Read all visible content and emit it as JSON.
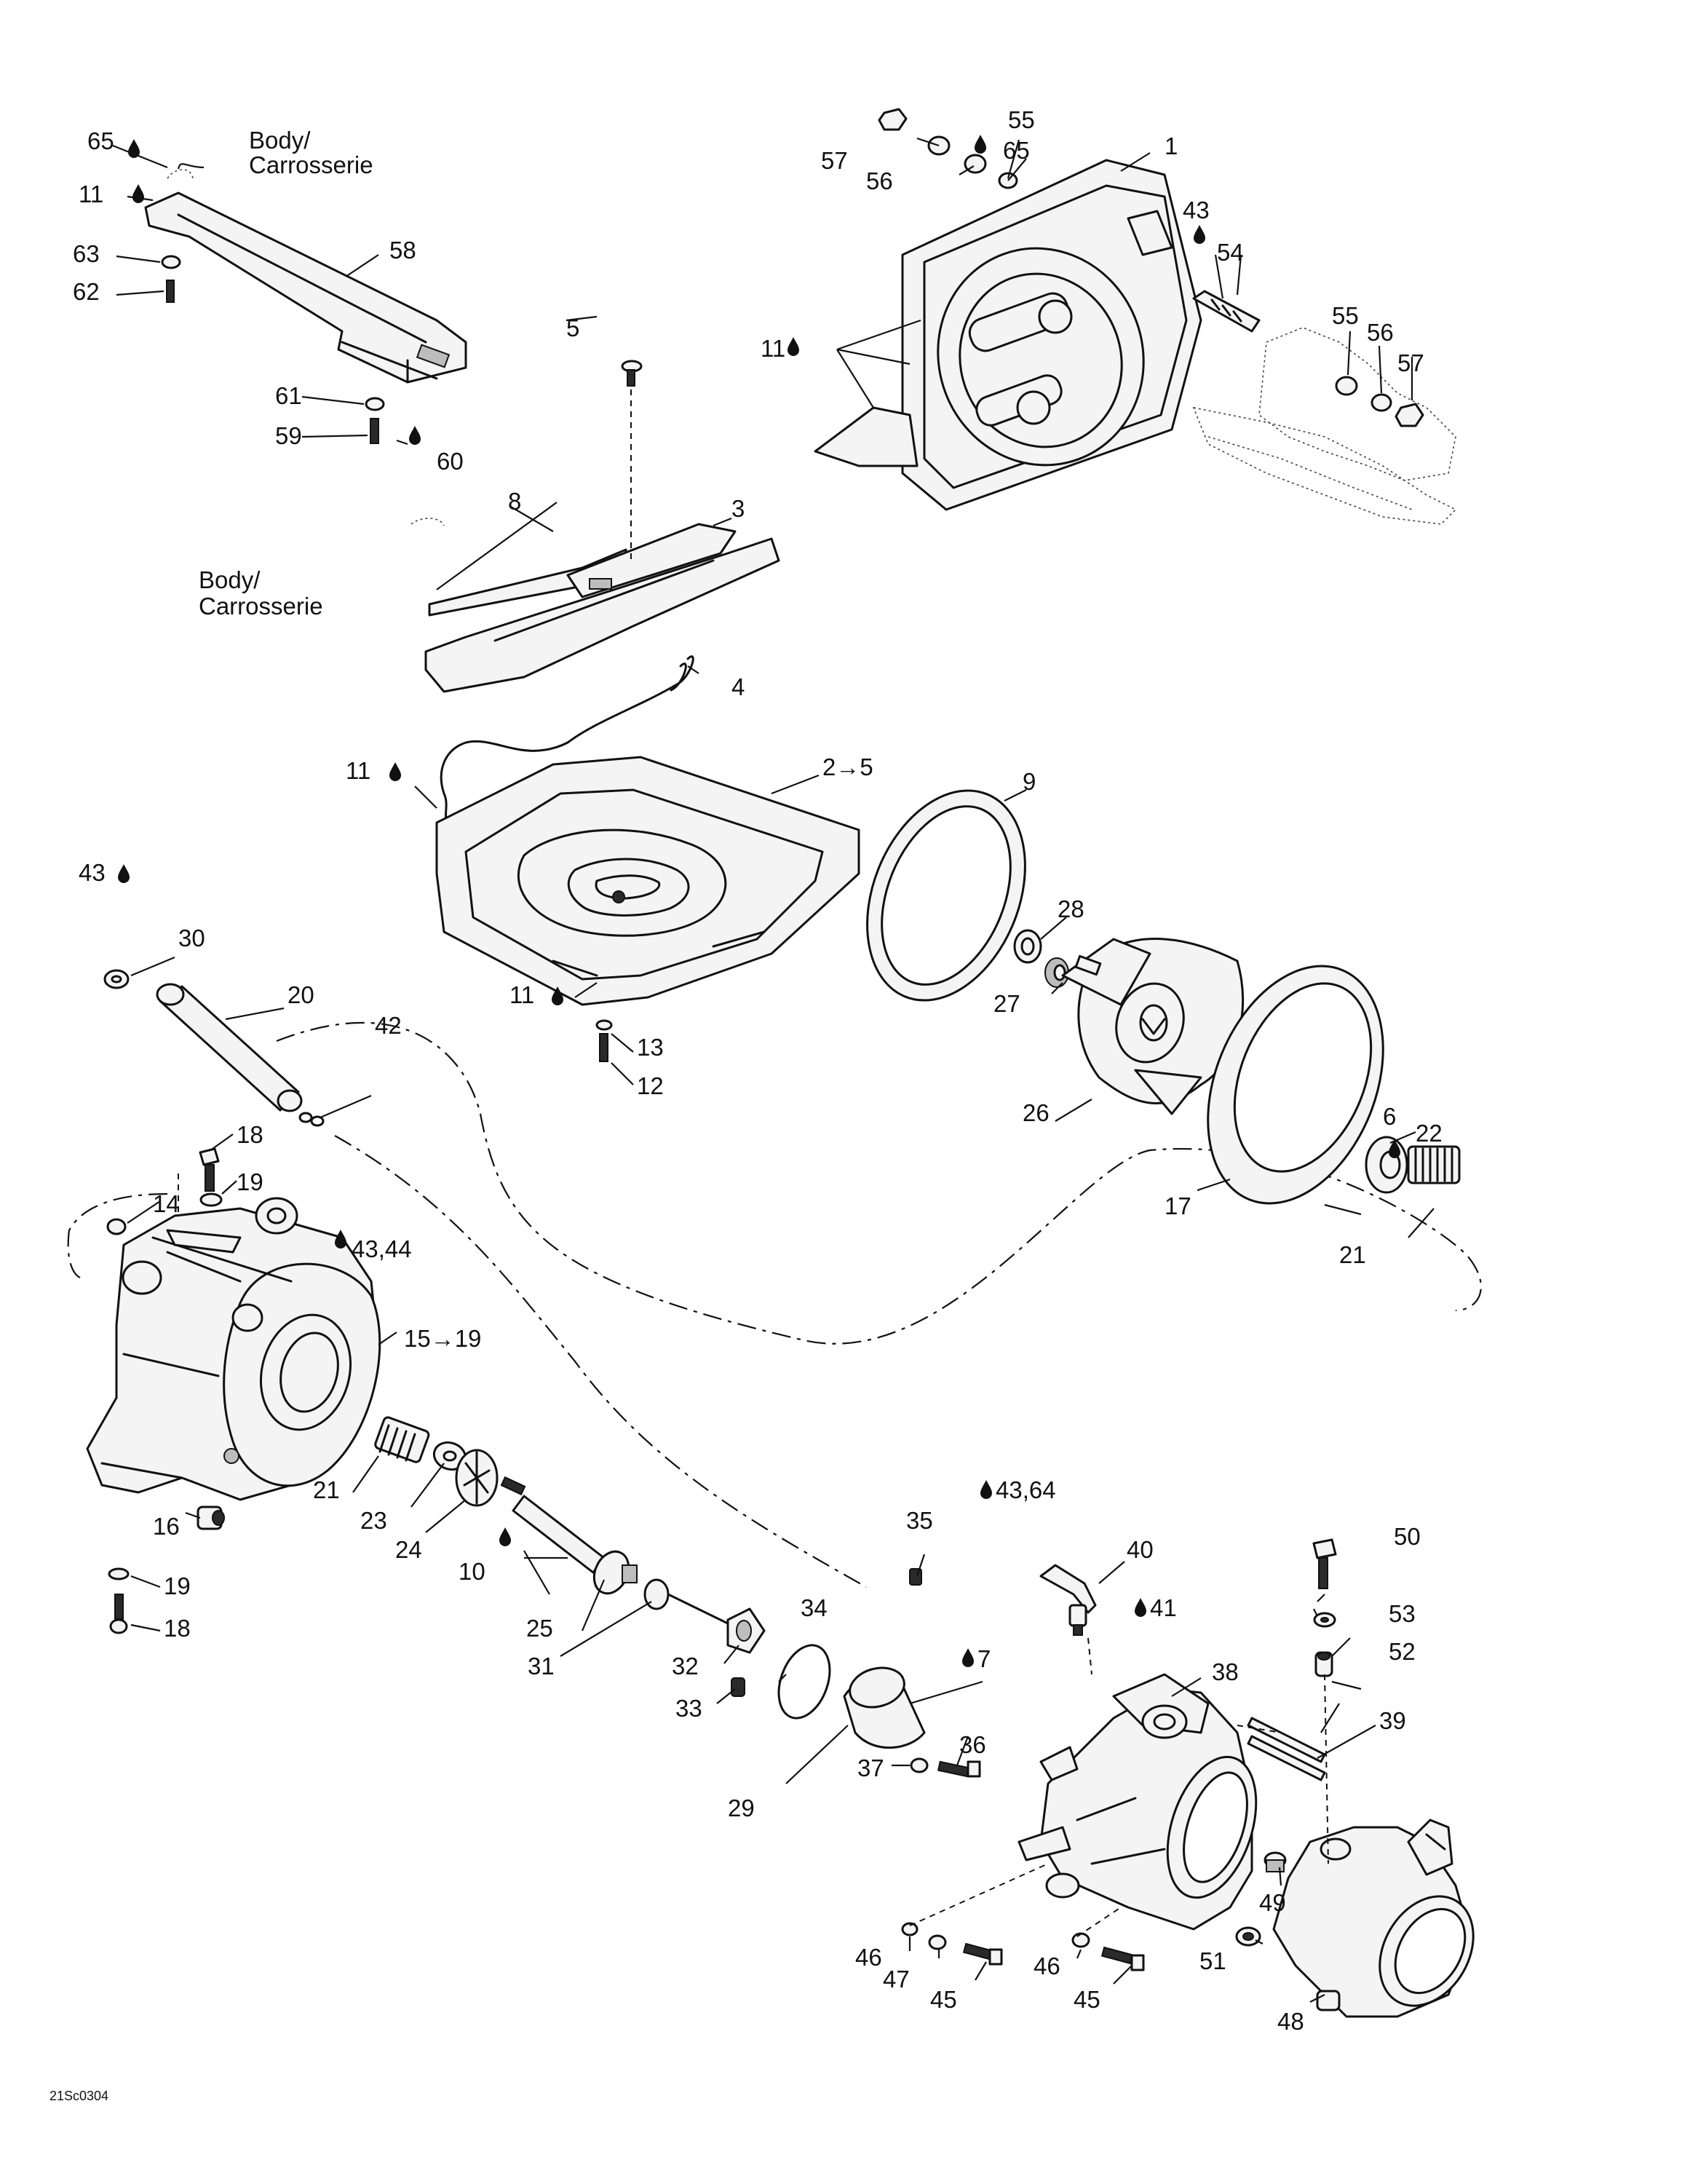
{
  "figure_code": "21Sc0304",
  "body_label_line1": "Body/",
  "body_label_line2": "Carrosserie",
  "callouts": {
    "c1": "1",
    "c2": "2",
    "c2to5": "2→5",
    "c3": "3",
    "c4": "4",
    "c5": "5",
    "c6": "6",
    "c7": "7",
    "c8": "8",
    "c9": "9",
    "c10": "10",
    "c11a": "11",
    "c11b": "11",
    "c11c": "11",
    "c11d": "11",
    "c12": "12",
    "c13": "13",
    "c14": "14",
    "c15to19": "15→19",
    "c16": "16",
    "c17": "17",
    "c18a": "18",
    "c18b": "18",
    "c19a": "19",
    "c19b": "19",
    "c20": "20",
    "c21a": "21",
    "c21b": "21",
    "c22": "22",
    "c23": "23",
    "c24": "24",
    "c25": "25",
    "c26": "26",
    "c27": "27",
    "c28": "28",
    "c29": "29",
    "c30": "30",
    "c31": "31",
    "c32": "32",
    "c33": "33",
    "c34": "34",
    "c35": "35",
    "c36": "36",
    "c37": "37",
    "c38": "38",
    "c39": "39",
    "c40": "40",
    "c41": "41",
    "c42": "42",
    "c43a": "43",
    "c43b": "43",
    "c4344": "43,44",
    "c4364": "43,64",
    "c45a": "45",
    "c45b": "45",
    "c46a": "46",
    "c46b": "46",
    "c47": "47",
    "c48": "48",
    "c49": "49",
    "c50": "50",
    "c51": "51",
    "c52": "52",
    "c53": "53",
    "c54": "54",
    "c55a": "55",
    "c55b": "55",
    "c56a": "56",
    "c56b": "56",
    "c57a": "57",
    "c57b": "57",
    "c58": "58",
    "c59": "59",
    "c60": "60",
    "c61": "61",
    "c62": "62",
    "c63": "63",
    "c65a": "65",
    "c65b": "65"
  }
}
